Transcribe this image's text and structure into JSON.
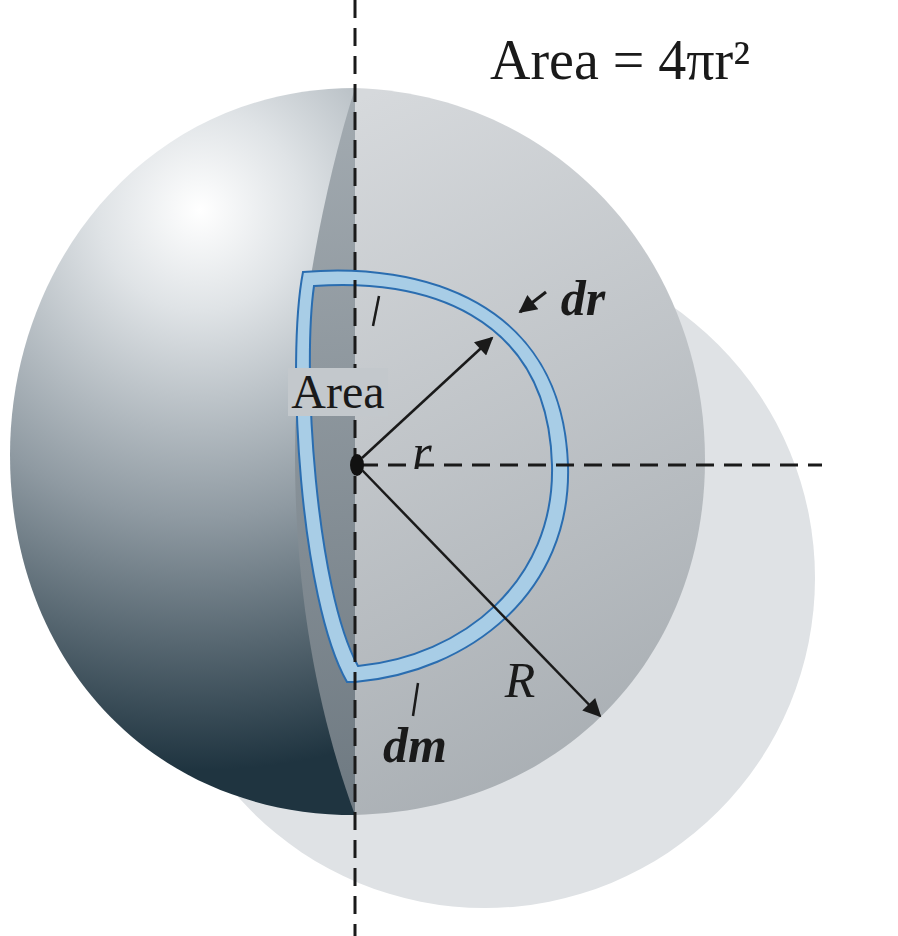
{
  "diagram": {
    "labels": [
      "Area = 4πr²",
      "Area",
      "dr",
      "r",
      "dm",
      "R"
    ]
  }
}
